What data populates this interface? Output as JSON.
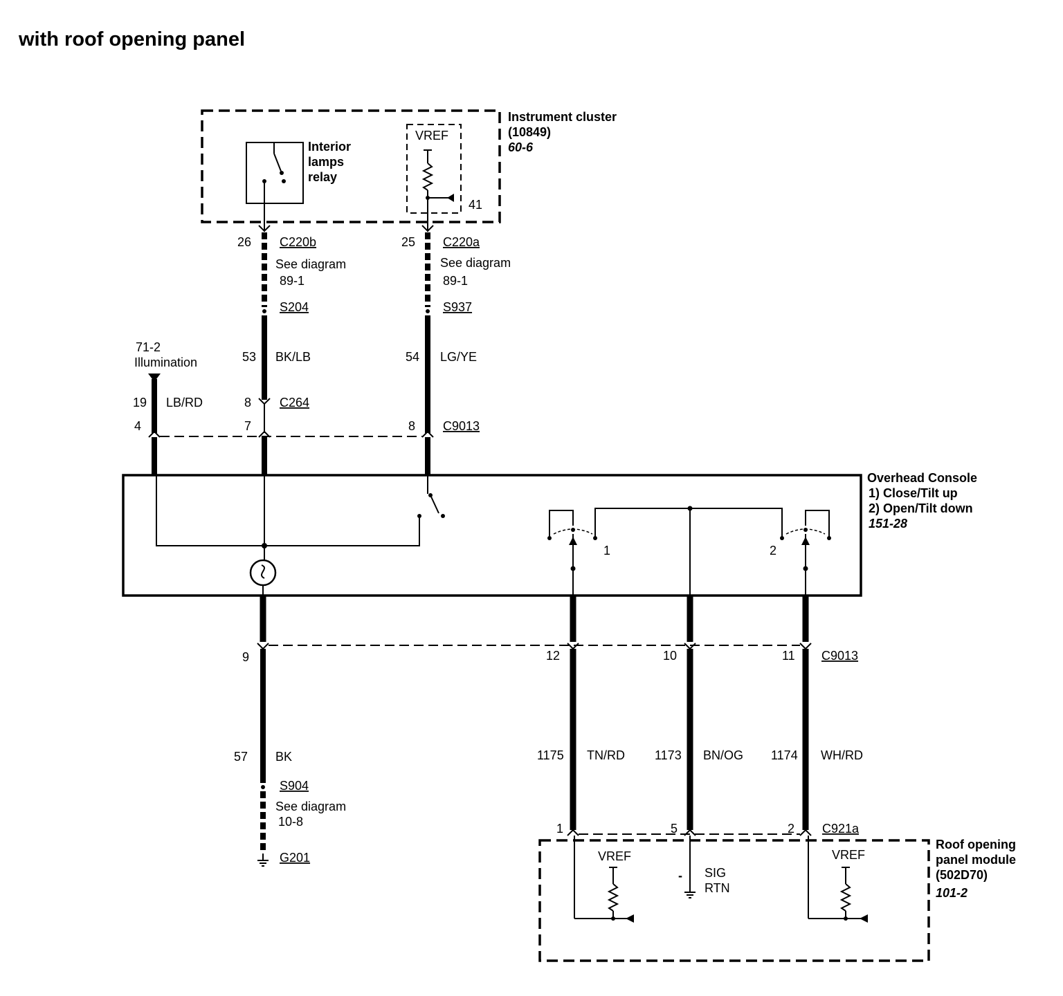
{
  "title": "with roof opening panel",
  "instrument_cluster": {
    "name": "Instrument cluster",
    "part": "(10849)",
    "ref": "60-6",
    "relay_line1": "Interior",
    "relay_line2": "lamps",
    "relay_line3": "relay",
    "vref": "VREF",
    "pin": "41"
  },
  "wire_left": {
    "pin_top": "26",
    "connector_top": "C220b",
    "see1": "See diagram",
    "see2": "89-1",
    "splice": "S204",
    "circuit": "53",
    "color": "BK/LB",
    "pin_c264": "8",
    "connector_c264": "C264",
    "pin_c9013": "7"
  },
  "wire_mid": {
    "pin_top": "25",
    "connector_top": "C220a",
    "see1": "See diagram",
    "see2": "89-1",
    "splice": "S937",
    "circuit": "54",
    "color": "LG/YE",
    "pin_c9013": "8",
    "connector": "C9013"
  },
  "illumination": {
    "ref": "71-2",
    "label": "Illumination",
    "circuit": "19",
    "color": "LB/RD",
    "pin_c9013": "4"
  },
  "overhead_console": {
    "name": "Overhead Console",
    "note1": "1) Close/Tilt up",
    "note2": "2) Open/Tilt down",
    "ref": "151-28",
    "switch1": "1",
    "switch2": "2"
  },
  "lower_connector": {
    "name": "C9013",
    "pins": [
      "9",
      "12",
      "10",
      "11"
    ]
  },
  "ground_wire": {
    "circuit": "57",
    "color": "BK",
    "splice": "S904",
    "see1": "See diagram",
    "see2": "10-8",
    "ground": "G201"
  },
  "module_wires": [
    {
      "circuit": "1175",
      "color": "TN/RD",
      "pin": "1"
    },
    {
      "circuit": "1173",
      "color": "BN/OG",
      "pin": "5"
    },
    {
      "circuit": "1174",
      "color": "WH/RD",
      "pin": "2"
    }
  ],
  "module_connector": "C921a",
  "roof_module": {
    "line1": "Roof opening",
    "line2": "panel module",
    "part": "(502D70)",
    "ref": "101-2",
    "vref_left": "VREF",
    "vref_right": "VREF",
    "sig1": "SIG",
    "sig2": "RTN",
    "minus": "-"
  }
}
